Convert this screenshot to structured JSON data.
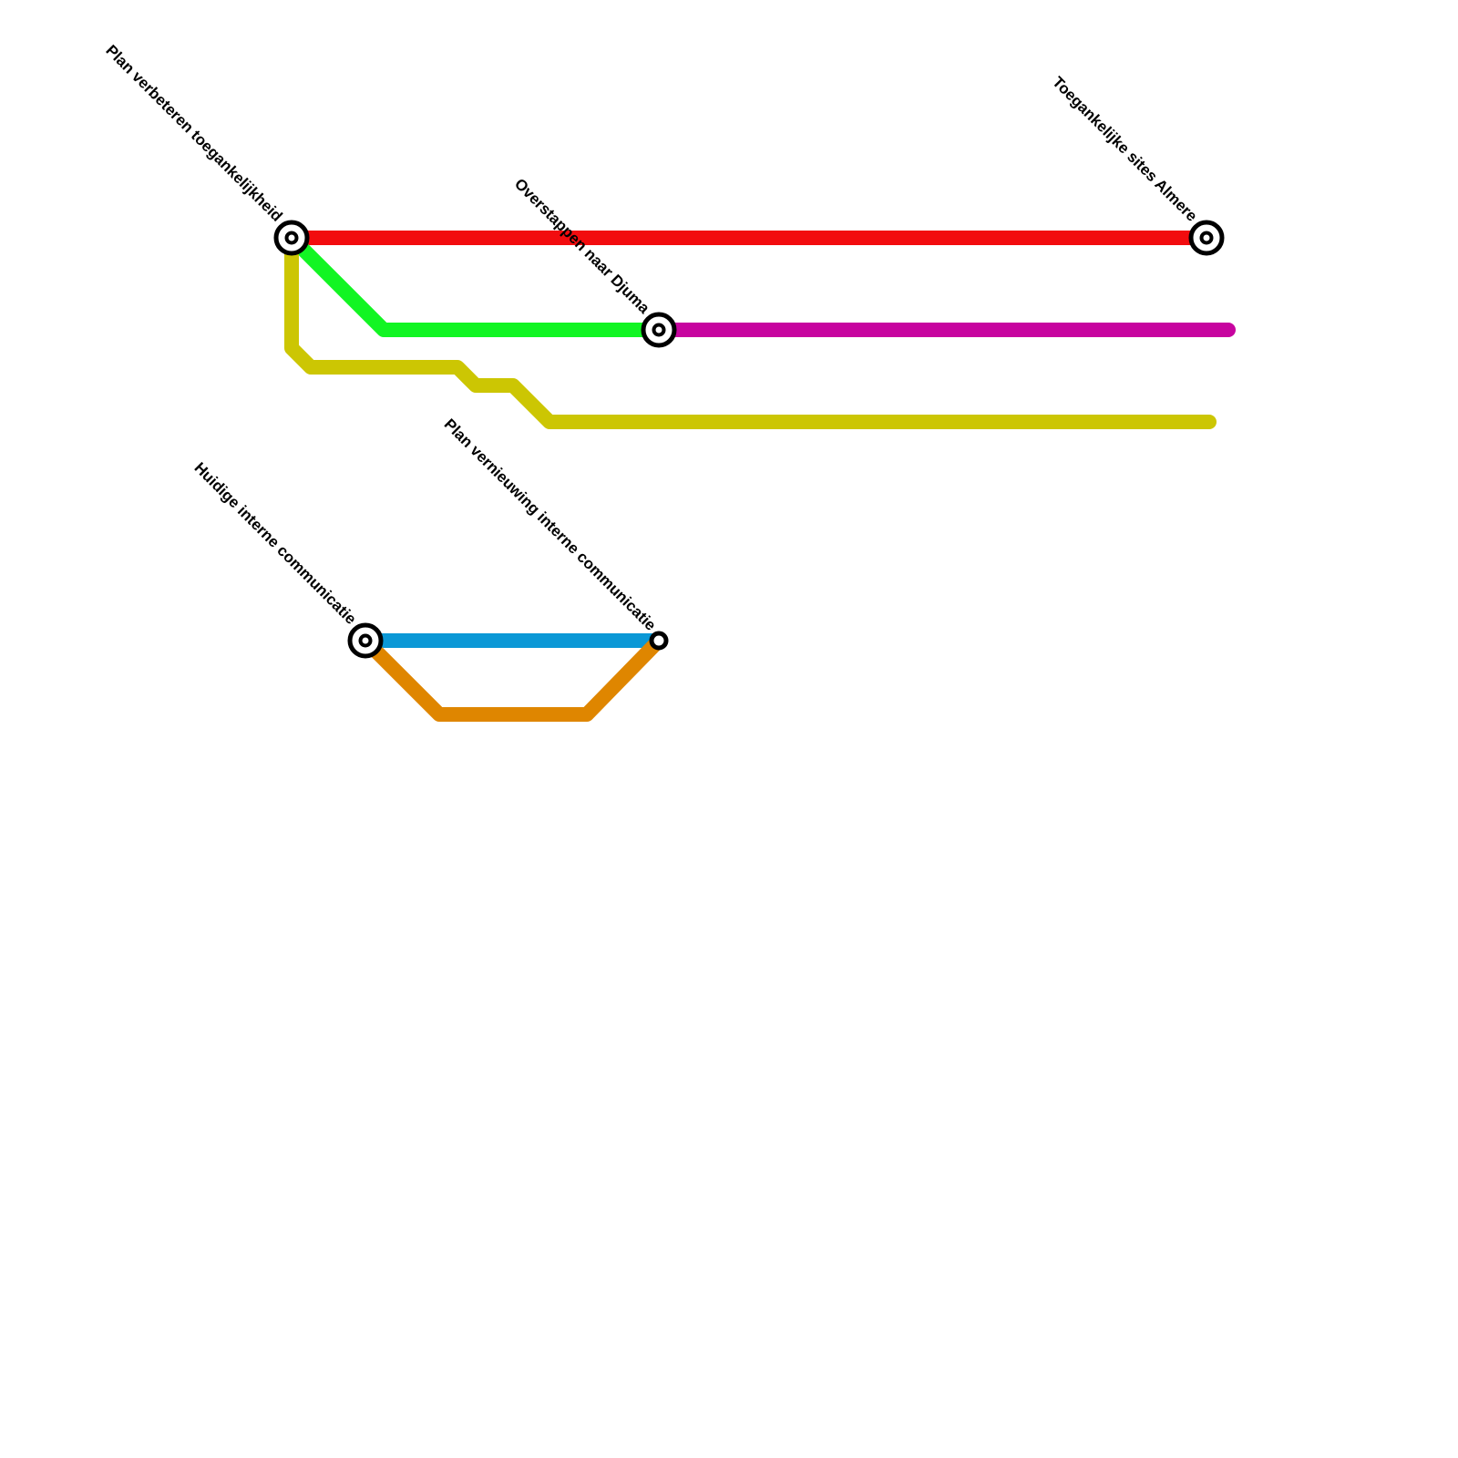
{
  "map": {
    "lines": [
      {
        "id": "red",
        "color": "#f20c0f"
      },
      {
        "id": "green",
        "color": "#12f523"
      },
      {
        "id": "magenta",
        "color": "#c7049f"
      },
      {
        "id": "olive",
        "color": "#ccc603"
      },
      {
        "id": "blue",
        "color": "#0b98d6"
      },
      {
        "id": "orange",
        "color": "#df8600"
      }
    ],
    "stations": [
      {
        "id": "s1",
        "label": "Plan verbeteren toegankelijkheid",
        "type": "interchange"
      },
      {
        "id": "s2",
        "label": "Toegankelijke sites Almere",
        "type": "interchange"
      },
      {
        "id": "s3",
        "label": "Overstappen naar Djuma",
        "type": "interchange"
      },
      {
        "id": "s4",
        "label": "Huidige interne communicatie",
        "type": "interchange"
      },
      {
        "id": "s5",
        "label": "Plan vernieuwing interne communicatie",
        "type": "stop"
      }
    ]
  }
}
